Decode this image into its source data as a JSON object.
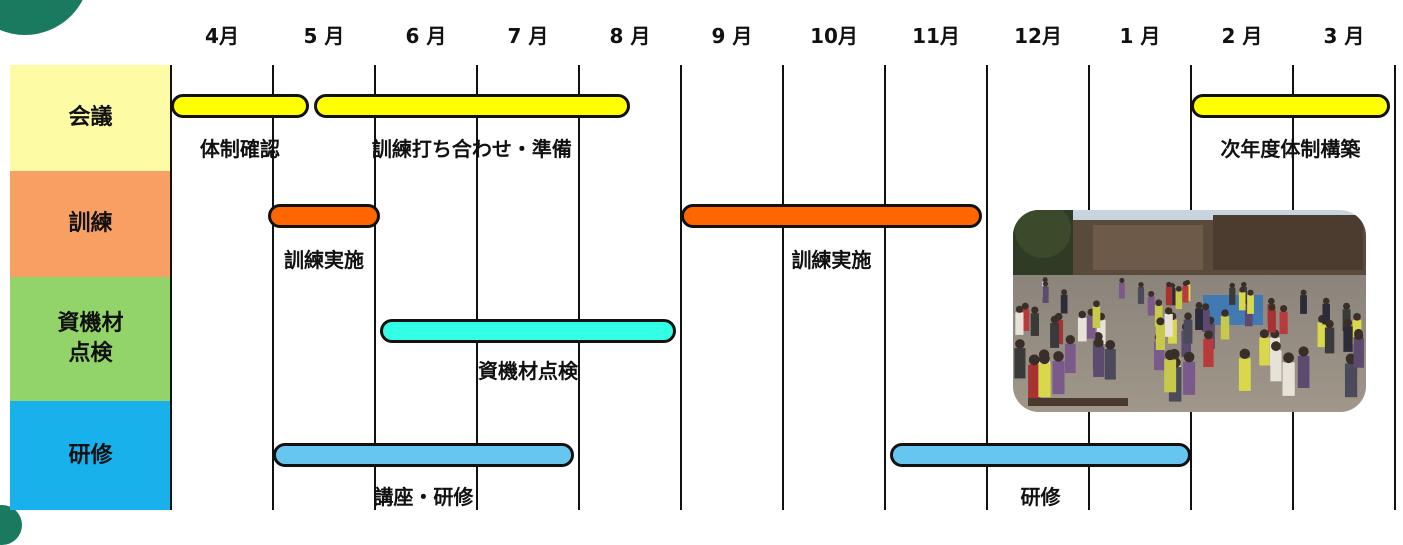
{
  "months": [
    "4月",
    "5 月",
    "6 月",
    "7 月",
    "8 月",
    "9 月",
    "10月",
    "11月",
    "12月",
    "1 月",
    "2 月",
    "3 月"
  ],
  "categories": [
    {
      "label": "会議",
      "color": "#fdfca4"
    },
    {
      "label": "訓練",
      "color": "#f8a063"
    },
    {
      "label": "資機材\n点検",
      "color": "#93d46a"
    },
    {
      "label": "研修",
      "color": "#19b1ec"
    }
  ],
  "bars": [
    {
      "row": 0,
      "label": "体制確認",
      "color": "#ffff00",
      "start_month": 0.0,
      "end_month": 1.35
    },
    {
      "row": 0,
      "label": "訓練打ち合わせ・準備",
      "color": "#ffff00",
      "start_month": 1.4,
      "end_month": 4.5
    },
    {
      "row": 0,
      "label": "次年度体制構築",
      "color": "#ffff00",
      "start_month": 10.0,
      "end_month": 11.95
    },
    {
      "row": 1,
      "label": "訓練実施",
      "color": "#ff6600",
      "start_month": 0.95,
      "end_month": 2.05
    },
    {
      "row": 1,
      "label": "訓練実施",
      "color": "#ff6600",
      "start_month": 5.0,
      "end_month": 7.95
    },
    {
      "row": 2,
      "label": "資機材点検",
      "color": "#33ffe6",
      "start_month": 2.05,
      "end_month": 4.95
    },
    {
      "row": 3,
      "label": "講座・研修",
      "color": "#66c6f0",
      "start_month": 1.0,
      "end_month": 3.95
    },
    {
      "row": 3,
      "label": "研修",
      "color": "#66c6f0",
      "start_month": 7.05,
      "end_month": 10.0
    }
  ]
}
